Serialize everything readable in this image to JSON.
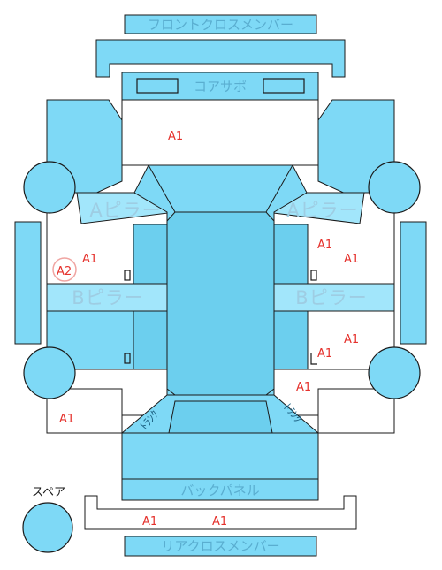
{
  "colors": {
    "panel": "#7ed9f6",
    "panel_light": "#a2e6fb",
    "panel_mid": "#6ccfee",
    "stroke": "#1a1a1a",
    "mark": "#e5322d"
  },
  "labels": {
    "front_cross_member": "フロントクロスメンバー",
    "core_support": "コアサポ",
    "a_pillar": "Aピラー",
    "b_pillar": "Bピラー",
    "back_panel": "バックパネル",
    "rear_cross_member": "リアクロスメンバー",
    "spare": "スペア",
    "trunk_left": "ﾄﾗﾝｸ",
    "trunk_right": "ﾄﾗﾝｸ"
  },
  "damage_marks": [
    {
      "code": "A1",
      "area": "front-left-top"
    },
    {
      "code": "A1",
      "area": "left-door-1"
    },
    {
      "code": "A2",
      "area": "left-door-2",
      "circled": true
    },
    {
      "code": "A1",
      "area": "right-door-1a"
    },
    {
      "code": "A1",
      "area": "right-door-1b"
    },
    {
      "code": "A1",
      "area": "right-door-2a"
    },
    {
      "code": "A1",
      "area": "right-door-2b"
    },
    {
      "code": "A1",
      "area": "right-rear-quarter"
    },
    {
      "code": "A1",
      "area": "left-rear-quarter"
    },
    {
      "code": "A1",
      "area": "rear-member-left"
    },
    {
      "code": "A1",
      "area": "rear-member-right"
    }
  ]
}
